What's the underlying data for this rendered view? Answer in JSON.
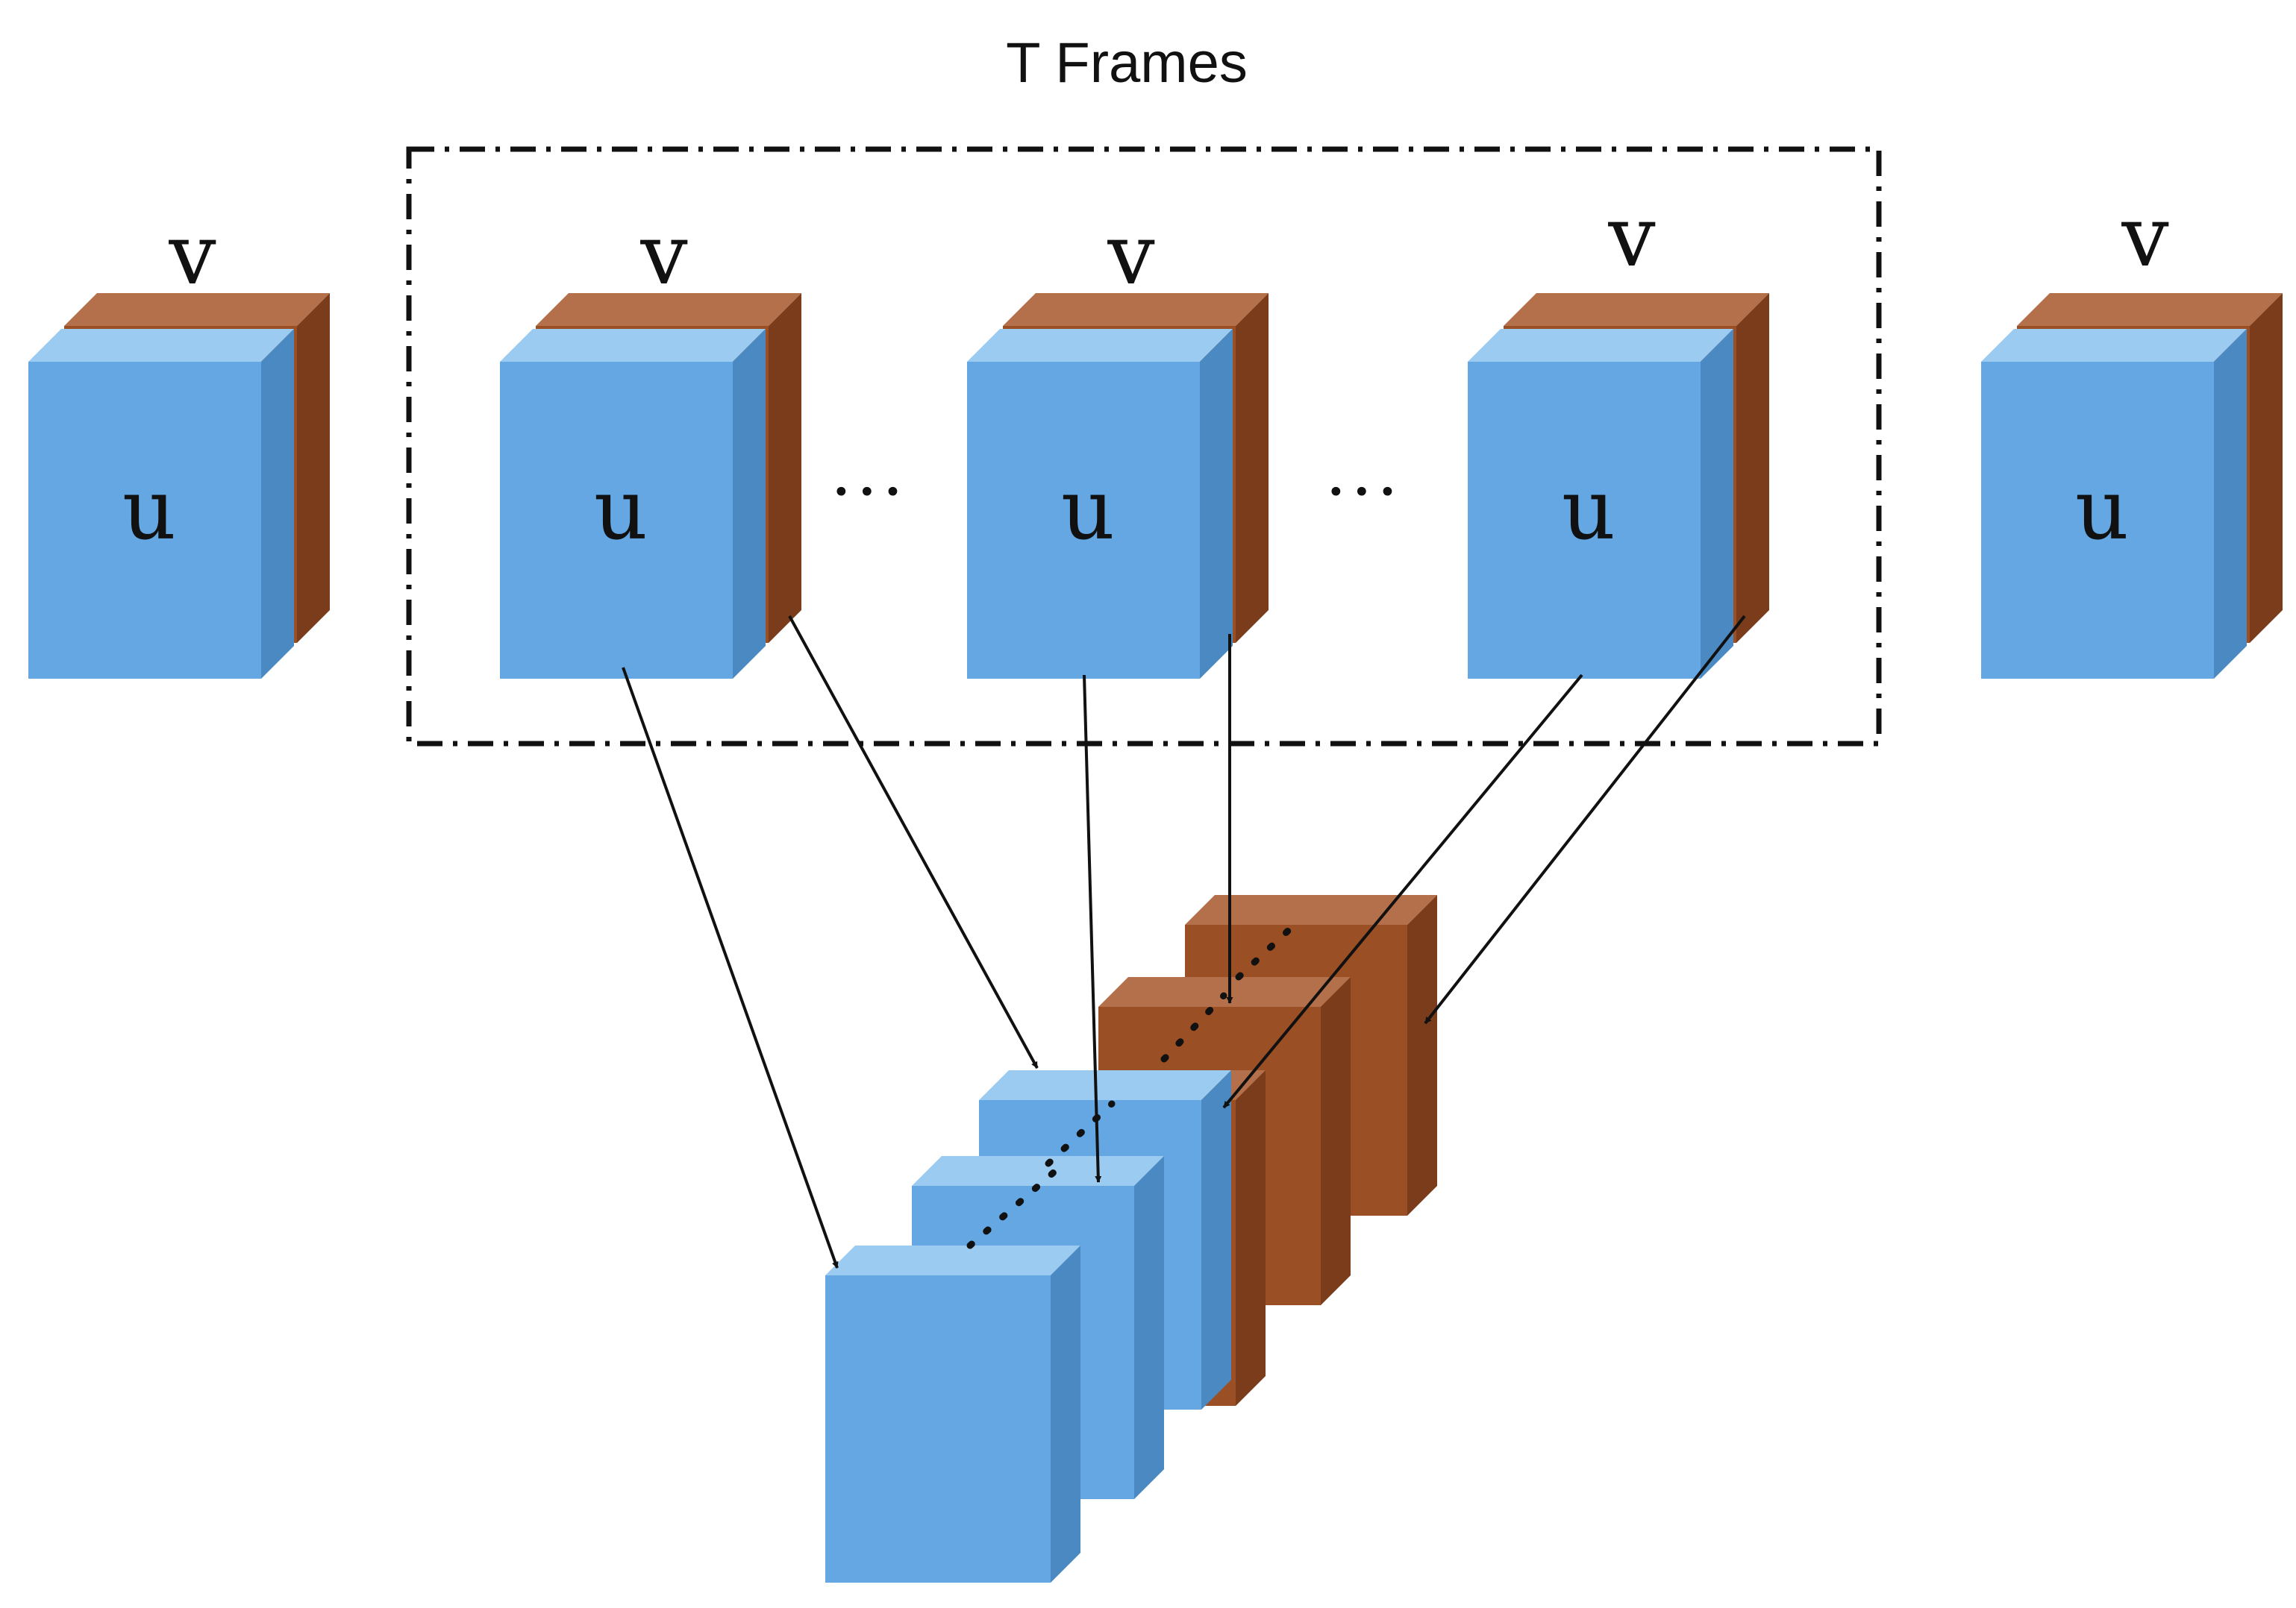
{
  "title": "T Frames",
  "frame_top_label": "v",
  "frame_front_label": "u",
  "ellipsis": "···",
  "colors": {
    "blue_front": "#64a7e3",
    "blue_top": "#9ccbf2",
    "blue_side": "#4a89c2",
    "brown_front": "#9b4f25",
    "brown_top": "#b4704a",
    "brown_side": "#7b3c1b",
    "line": "#111111"
  },
  "frames": [
    {
      "id": "left-outer",
      "in_window": false
    },
    {
      "id": "window-1",
      "in_window": true
    },
    {
      "id": "window-2",
      "in_window": true
    },
    {
      "id": "window-3",
      "in_window": true
    },
    {
      "id": "right-outer",
      "in_window": false
    }
  ]
}
